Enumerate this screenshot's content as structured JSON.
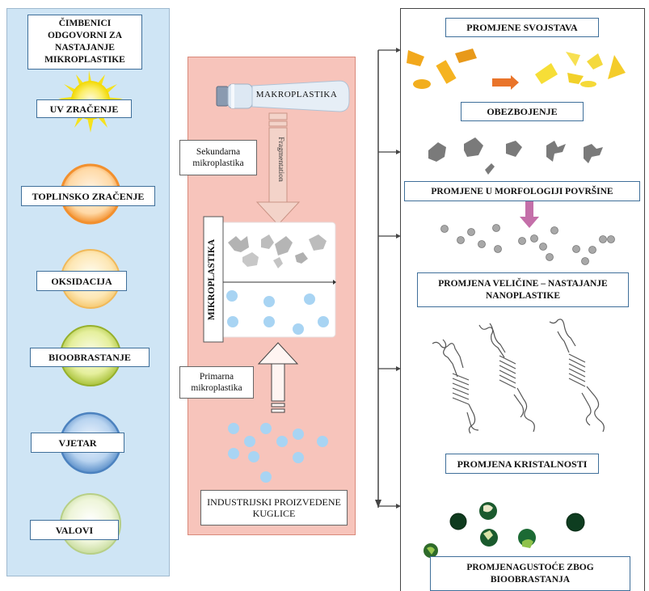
{
  "left_panel": {
    "title": "ČIMBENICI ODGOVORNI ZA NASTAJANJE MIKROPLASTIKE",
    "factors": [
      "UV ZRAČENJE",
      "TOPLINSKO ZRAČENJE",
      "OKSIDACIJA",
      "BIOOBRASTANJE",
      "VJETAR",
      "VALOVI"
    ]
  },
  "middle_panel": {
    "macroplastic": "MAKROPLASTIKA",
    "secondary": "Sekundarna mikroplastika",
    "fragmentation": "Fragmentation",
    "microplastic": "MIKROPLASTIKA",
    "primary": "Primarna mikroplastika",
    "industrial": "INDUSTRIJSKI PROIZVEDENE KUGLICE"
  },
  "right_panel": {
    "changes_title": "PROMJENE SVOJSTAVA",
    "steps": [
      "OBEZBOJENJE",
      "PROMJENE U MORFOLOGIJI POVRŠINE",
      "PROMJENA VELIČINE – NASTAJANJE NANOPLASTIKE",
      "PROMJENA KRISTALNOSTI",
      "PROMJENAGUSTOĆE ZBOG BIOOBRASTANJA"
    ]
  },
  "colors": {
    "left_bg": "#cfe5f5",
    "middle_bg": "#f7c4bb",
    "uv": "#f5e21e",
    "thermal": "#f2902e",
    "oxidation": "#f6c971",
    "biofouling": "#b7cf4a",
    "wind": "#6a9fd4",
    "waves": "#d3e5a8"
  }
}
